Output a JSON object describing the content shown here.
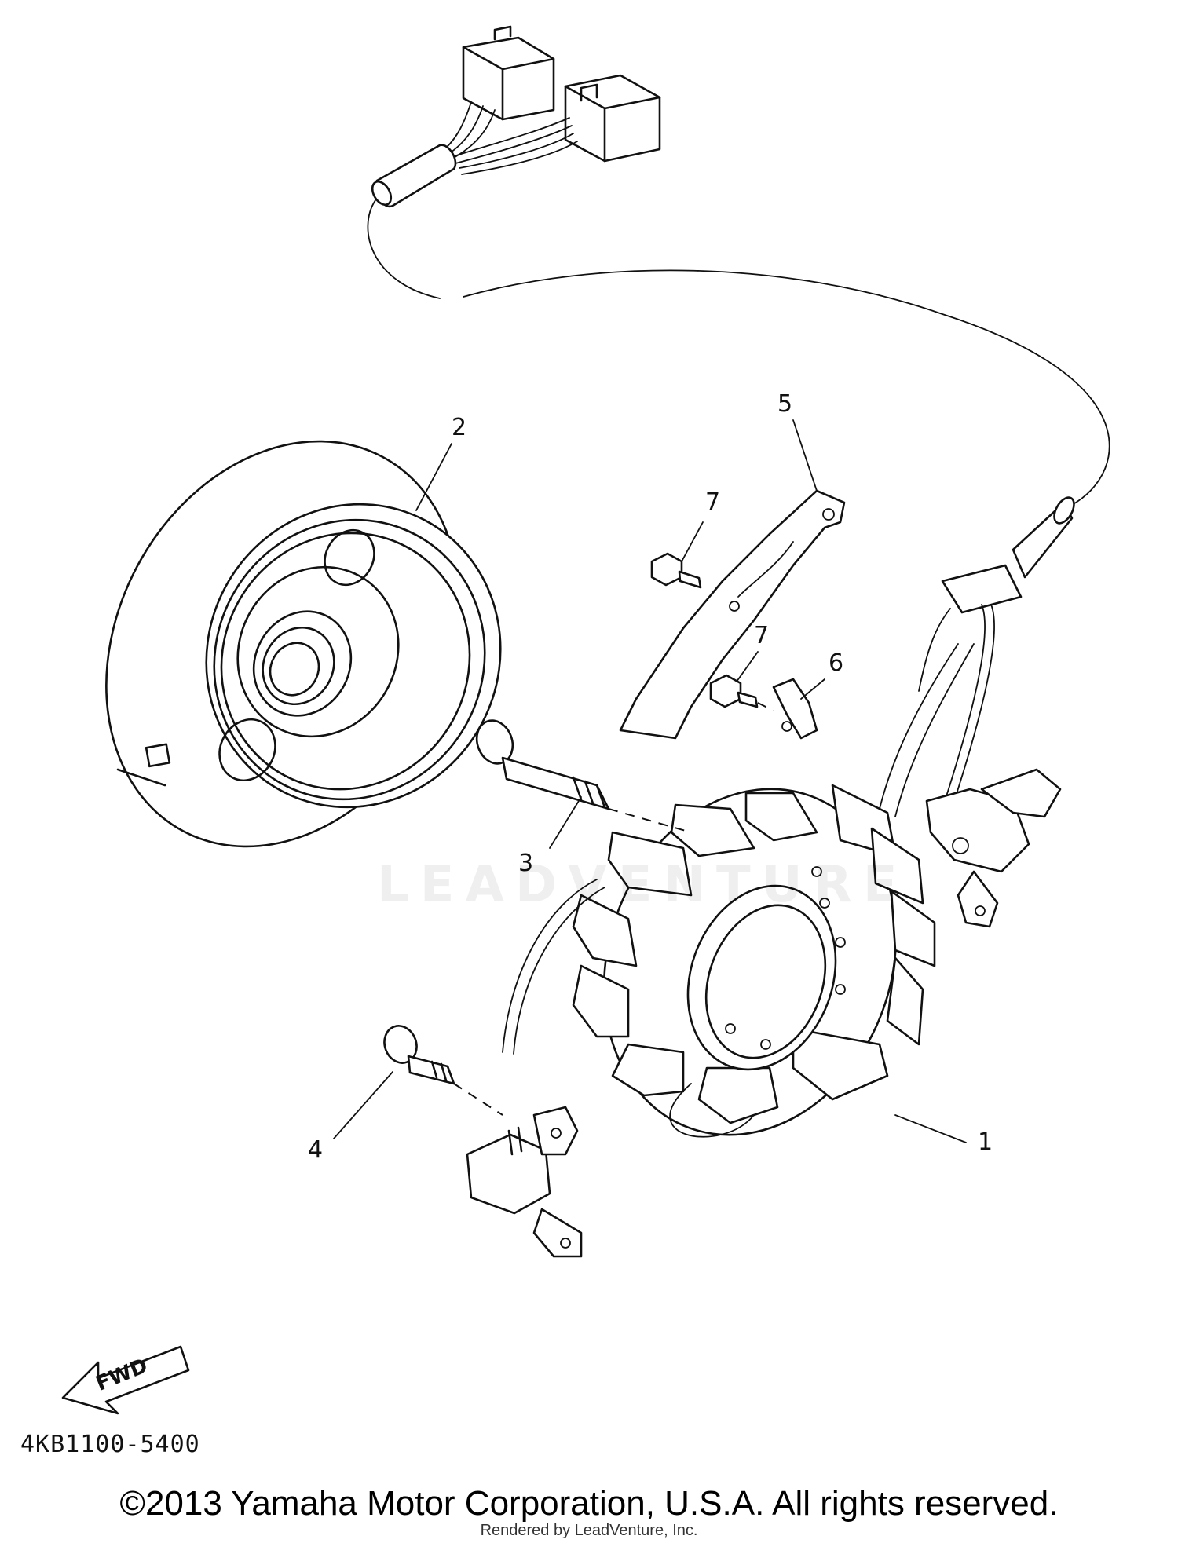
{
  "diagram": {
    "callouts": [
      {
        "id": "1",
        "label": "1"
      },
      {
        "id": "2",
        "label": "2"
      },
      {
        "id": "3",
        "label": "3"
      },
      {
        "id": "4",
        "label": "4"
      },
      {
        "id": "5",
        "label": "5"
      },
      {
        "id": "6",
        "label": "6"
      },
      {
        "id": "7a",
        "label": "7"
      },
      {
        "id": "7b",
        "label": "7"
      }
    ],
    "direction_marker": "FWD",
    "part_code": "4KB1100-5400",
    "watermark": "LEADVENTURE"
  },
  "footer": {
    "copyright": "©2013 Yamaha Motor Corporation, U.S.A. All rights reserved.",
    "rendered_by": "Rendered by LeadVenture, Inc."
  }
}
